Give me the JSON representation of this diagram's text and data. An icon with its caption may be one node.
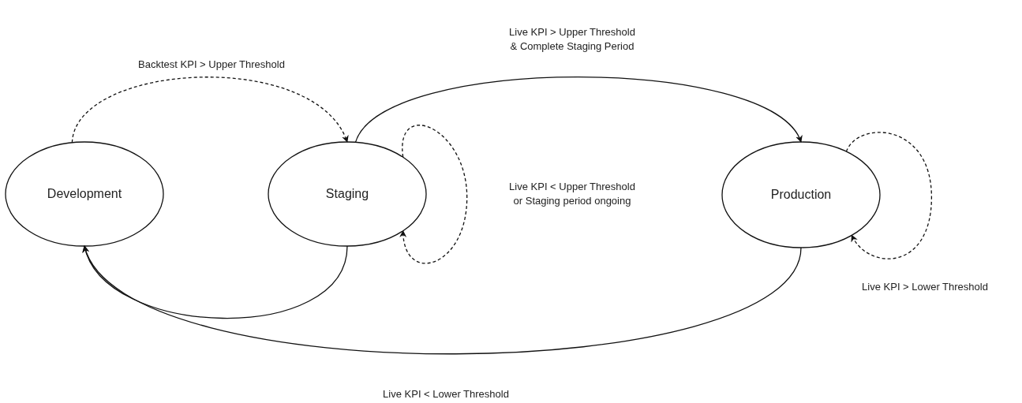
{
  "diagram": {
    "nodes": [
      {
        "text": [
          "Development"
        ]
      },
      {
        "text": [
          "Staging"
        ]
      },
      {
        "text": [
          "Production"
        ]
      }
    ],
    "edges": [
      {
        "from": 0,
        "to": 1,
        "arrow": "to",
        "style": "dashed",
        "label": "Backtest KPI > Upper Threshold"
      },
      {
        "from": 1,
        "to": 2,
        "arrow": "to",
        "label": "Live KPI > Upper Threshold & Complete Staging Period"
      },
      {
        "from": 1,
        "to": 1,
        "arrow": "to",
        "style": "dashed",
        "label": "Live KPI < Upper Threshold or Staging period ongoing"
      },
      {
        "from": 2,
        "to": 2,
        "arrow": "to",
        "style": "dashed",
        "label": "Live KPI > Lower Threshold"
      },
      {
        "from": 1,
        "to": 0,
        "arrow": "to"
      },
      {
        "from": 2,
        "to": 0,
        "arrow": "to",
        "label": "Live KPI < Lower Threshold"
      }
    ]
  }
}
